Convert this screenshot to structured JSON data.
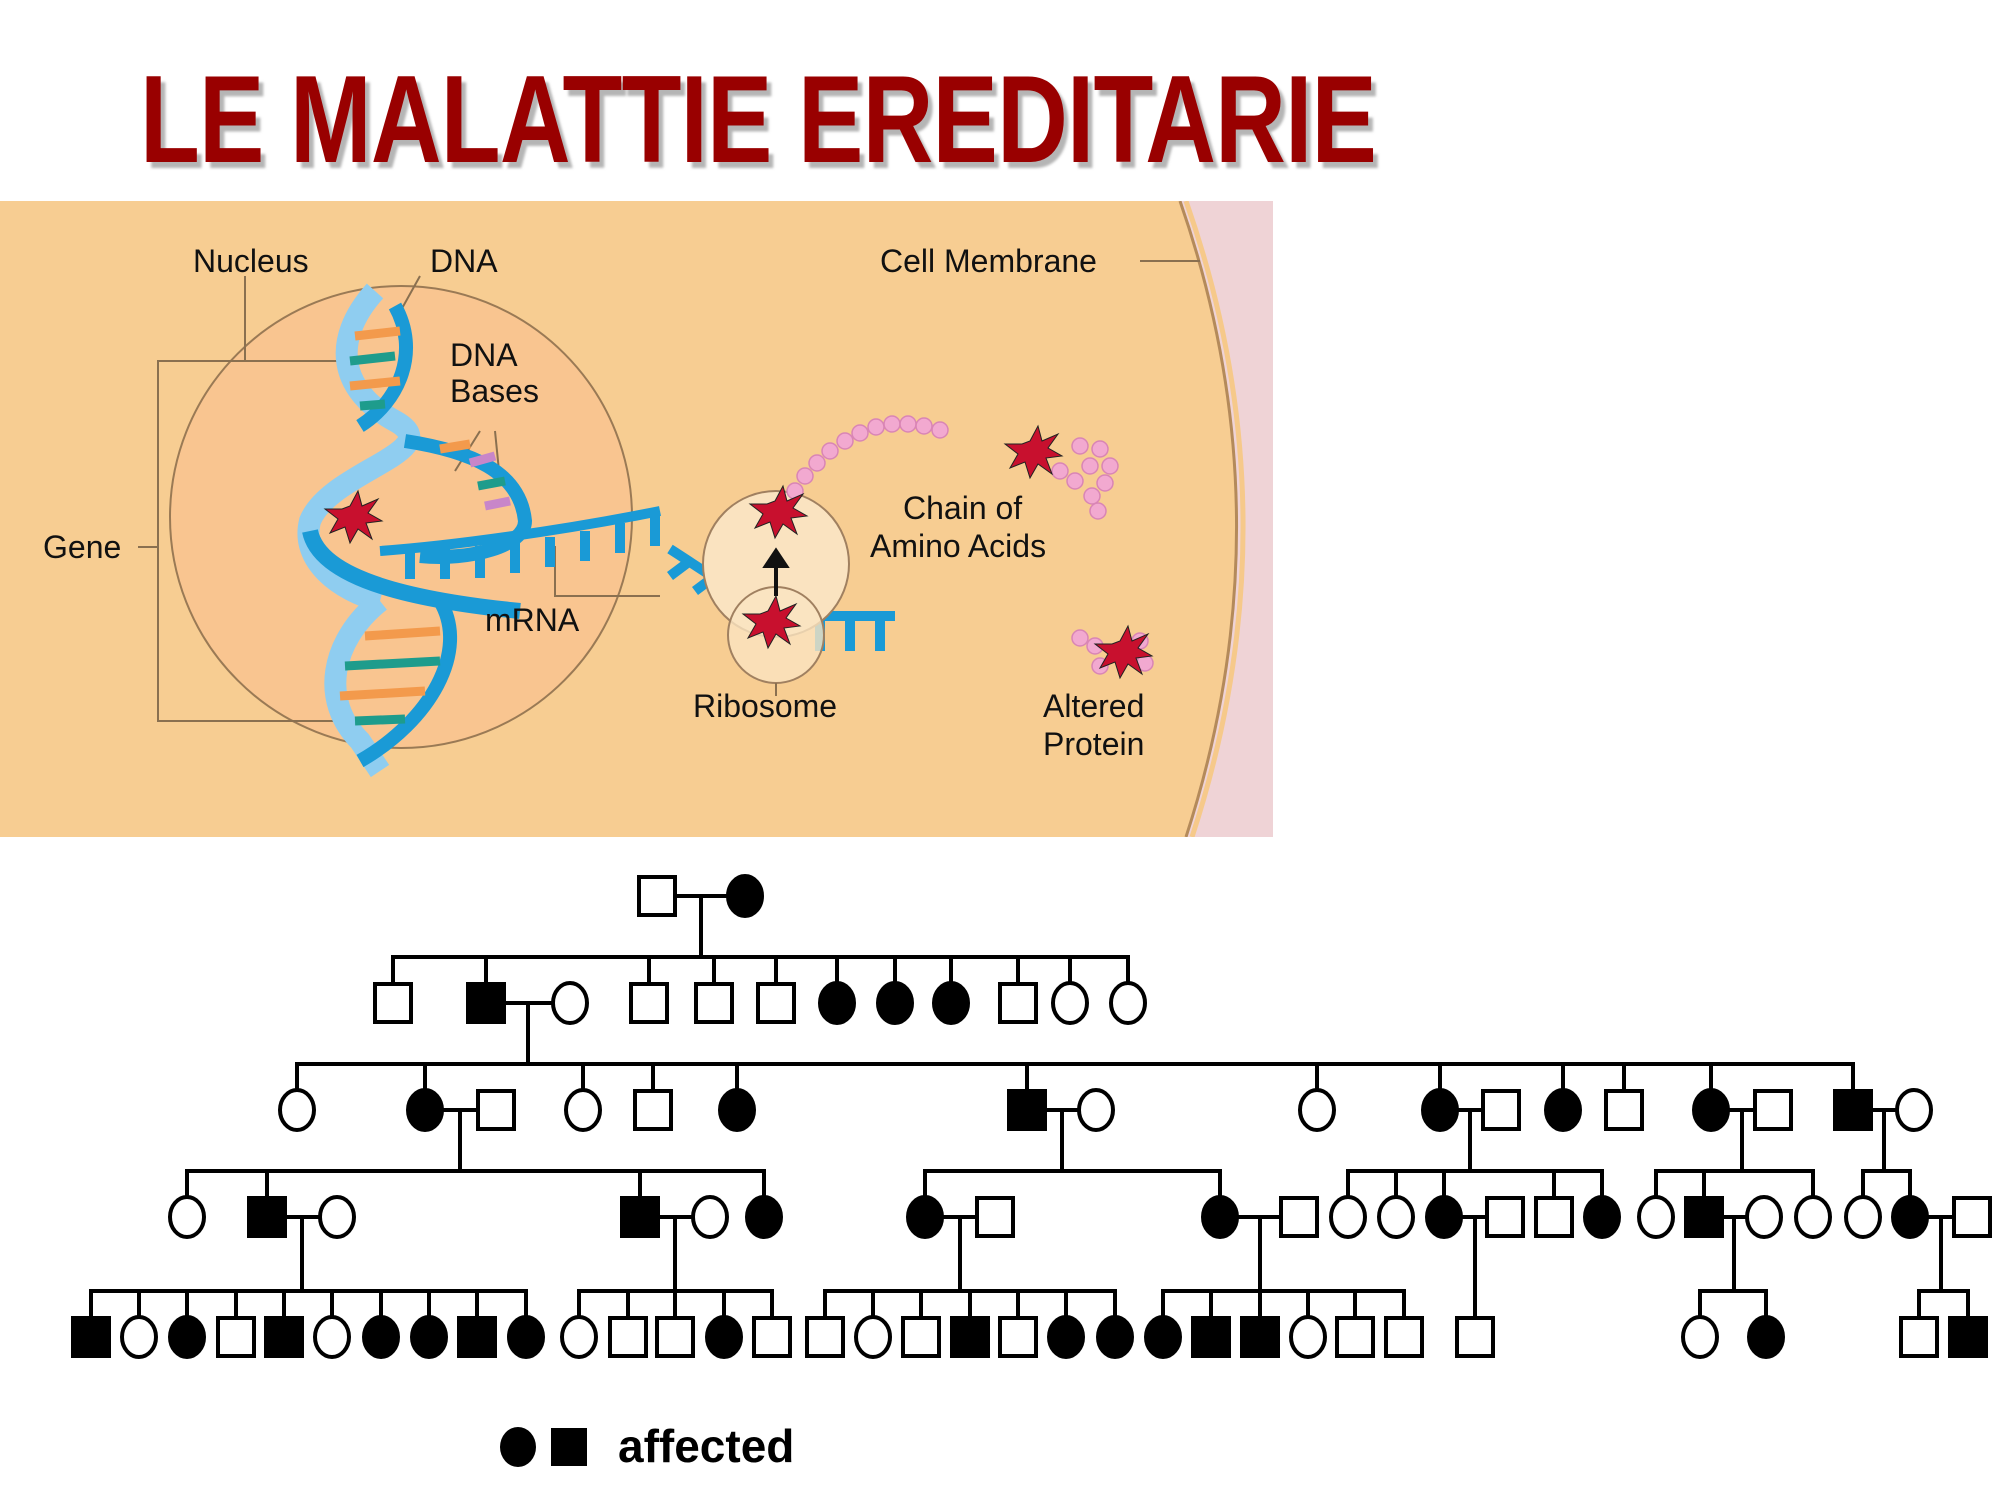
{
  "title": "LE MALATTIE EREDITARIE",
  "diagram": {
    "labels": {
      "nucleus": "Nucleus",
      "dna": "DNA",
      "dna_bases_1": "DNA",
      "dna_bases_2": "Bases",
      "gene": "Gene",
      "mrna": "mRNA",
      "ribosome": "Ribosome",
      "chain_1": "Chain of",
      "chain_2": "Amino Acids",
      "altered_1": "Altered",
      "altered_2": "Protein",
      "cell_membrane": "Cell Membrane"
    },
    "colors": {
      "cytoplasm": "#f7cd92",
      "nucleus": "#f9c590",
      "outside": "#efd3d6",
      "dna_light": "#8fcdf0",
      "dna_dark": "#1a9ad6",
      "mutation": "#c8102e",
      "amino": "#f2a9d0"
    }
  },
  "pedigree": {
    "legend_label": "affected",
    "generations": [
      [
        {
          "sex": "M",
          "affected": false
        },
        {
          "sex": "F",
          "affected": true
        }
      ],
      [
        {
          "sex": "M",
          "affected": false
        },
        {
          "sex": "M",
          "affected": true
        },
        {
          "sex": "F",
          "affected": false
        },
        {
          "sex": "M",
          "affected": false
        },
        {
          "sex": "M",
          "affected": false
        },
        {
          "sex": "M",
          "affected": false
        },
        {
          "sex": "F",
          "affected": true
        },
        {
          "sex": "F",
          "affected": true
        },
        {
          "sex": "F",
          "affected": true
        },
        {
          "sex": "M",
          "affected": false
        },
        {
          "sex": "F",
          "affected": false
        },
        {
          "sex": "F",
          "affected": false
        }
      ],
      [
        {
          "sex": "F",
          "affected": false
        },
        {
          "sex": "F",
          "affected": true
        },
        {
          "sex": "M",
          "affected": false
        },
        {
          "sex": "F",
          "affected": false
        },
        {
          "sex": "M",
          "affected": false
        },
        {
          "sex": "F",
          "affected": true
        },
        {
          "sex": "M",
          "affected": true
        },
        {
          "sex": "F",
          "affected": false
        },
        {
          "sex": "F",
          "affected": false
        },
        {
          "sex": "F",
          "affected": true
        },
        {
          "sex": "M",
          "affected": false
        },
        {
          "sex": "F",
          "affected": true
        },
        {
          "sex": "M",
          "affected": false
        },
        {
          "sex": "F",
          "affected": true
        },
        {
          "sex": "M",
          "affected": false
        },
        {
          "sex": "M",
          "affected": true
        },
        {
          "sex": "F",
          "affected": false
        }
      ],
      [
        {
          "sex": "F",
          "affected": false
        },
        {
          "sex": "M",
          "affected": true
        },
        {
          "sex": "F",
          "affected": false
        },
        {
          "sex": "M",
          "affected": true
        },
        {
          "sex": "F",
          "affected": false
        },
        {
          "sex": "F",
          "affected": true
        },
        {
          "sex": "F",
          "affected": true
        },
        {
          "sex": "M",
          "affected": false
        },
        {
          "sex": "F",
          "affected": true
        },
        {
          "sex": "M",
          "affected": false
        },
        {
          "sex": "F",
          "affected": false
        },
        {
          "sex": "F",
          "affected": false
        },
        {
          "sex": "F",
          "affected": true
        },
        {
          "sex": "M",
          "affected": false
        },
        {
          "sex": "M",
          "affected": false
        },
        {
          "sex": "F",
          "affected": true
        },
        {
          "sex": "F",
          "affected": false
        },
        {
          "sex": "M",
          "affected": true
        },
        {
          "sex": "F",
          "affected": false
        },
        {
          "sex": "F",
          "affected": false
        },
        {
          "sex": "F",
          "affected": false
        },
        {
          "sex": "F",
          "affected": true
        },
        {
          "sex": "M",
          "affected": false
        }
      ],
      [
        {
          "sex": "M",
          "affected": true
        },
        {
          "sex": "F",
          "affected": false
        },
        {
          "sex": "F",
          "affected": true
        },
        {
          "sex": "M",
          "affected": false
        },
        {
          "sex": "M",
          "affected": true
        },
        {
          "sex": "F",
          "affected": false
        },
        {
          "sex": "F",
          "affected": true
        },
        {
          "sex": "F",
          "affected": true
        },
        {
          "sex": "M",
          "affected": true
        },
        {
          "sex": "F",
          "affected": true
        },
        {
          "sex": "F",
          "affected": false
        },
        {
          "sex": "M",
          "affected": false
        },
        {
          "sex": "M",
          "affected": false
        },
        {
          "sex": "F",
          "affected": true
        },
        {
          "sex": "M",
          "affected": false
        },
        {
          "sex": "M",
          "affected": false
        },
        {
          "sex": "F",
          "affected": false
        },
        {
          "sex": "M",
          "affected": false
        },
        {
          "sex": "M",
          "affected": true
        },
        {
          "sex": "M",
          "affected": false
        },
        {
          "sex": "F",
          "affected": true
        },
        {
          "sex": "F",
          "affected": true
        },
        {
          "sex": "F",
          "affected": true
        },
        {
          "sex": "M",
          "affected": true
        },
        {
          "sex": "M",
          "affected": true
        },
        {
          "sex": "F",
          "affected": false
        },
        {
          "sex": "M",
          "affected": false
        },
        {
          "sex": "M",
          "affected": false
        },
        {
          "sex": "M",
          "affected": false
        },
        {
          "sex": "F",
          "affected": false
        },
        {
          "sex": "F",
          "affected": true
        },
        {
          "sex": "M",
          "affected": false
        },
        {
          "sex": "M",
          "affected": true
        }
      ]
    ]
  }
}
